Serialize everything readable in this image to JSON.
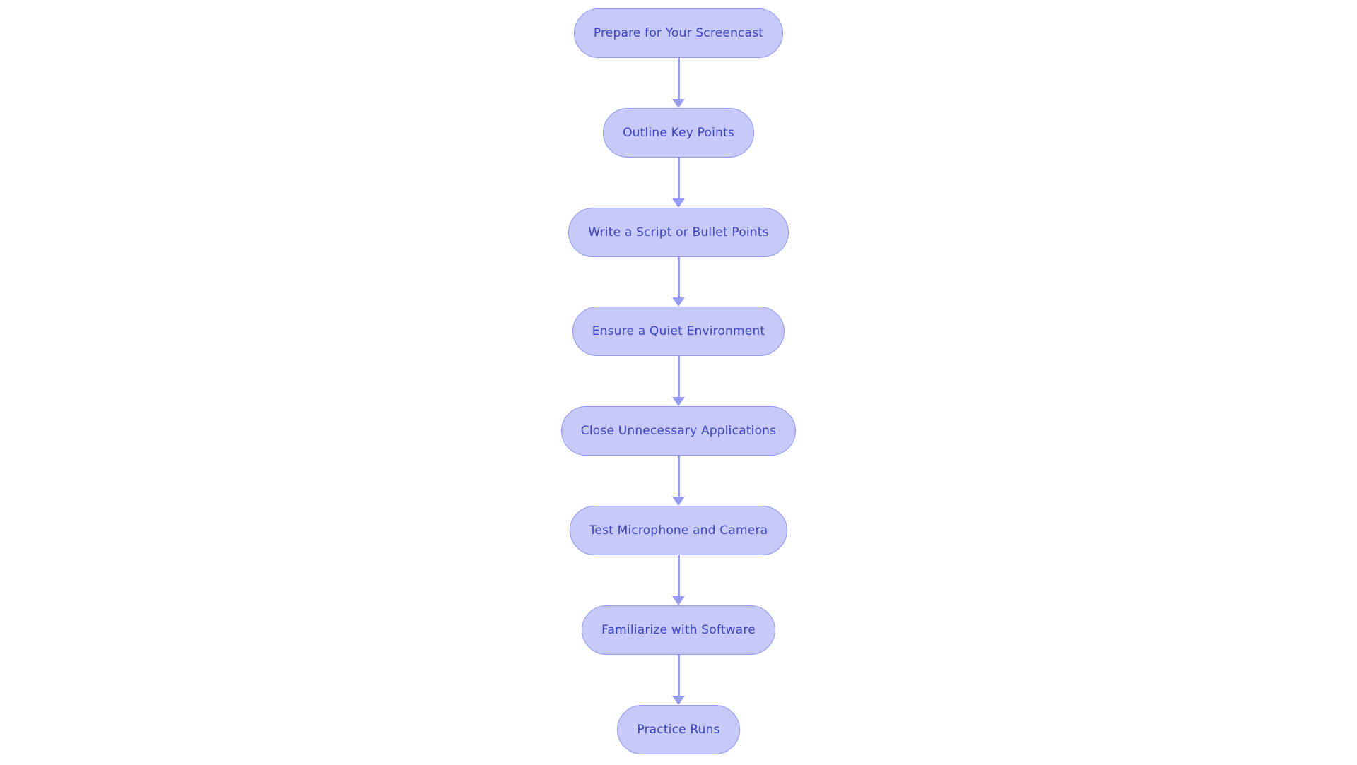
{
  "diagram": {
    "type": "flowchart",
    "direction": "top-down",
    "nodes": [
      {
        "label": "Prepare for Your Screencast"
      },
      {
        "label": "Outline Key Points"
      },
      {
        "label": "Write a Script or Bullet Points"
      },
      {
        "label": "Ensure a Quiet Environment"
      },
      {
        "label": "Close Unnecessary Applications"
      },
      {
        "label": "Test Microphone and Camera"
      },
      {
        "label": "Familiarize with Software"
      },
      {
        "label": "Practice Runs"
      }
    ],
    "connections": "sequential: each node points to the next with a downward arrow"
  },
  "theme": {
    "background": "#ffffff",
    "node_fill": "#c7caf8",
    "node_border": "#9196ef",
    "node_text": "#3a43bb",
    "arrow_color": "#979cf1"
  }
}
